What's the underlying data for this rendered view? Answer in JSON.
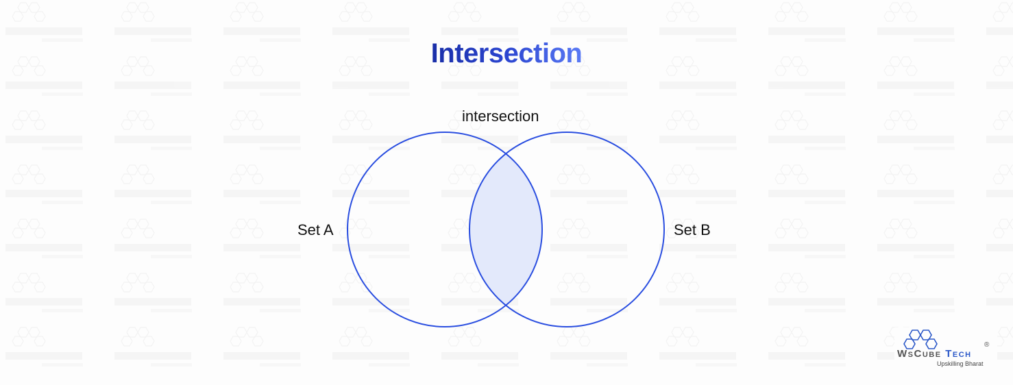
{
  "title": "Intersection",
  "diagram": {
    "set_a_label": "Set A",
    "set_b_label": "Set B",
    "intersection_label": "intersection",
    "stroke_color": "#2a4ee0",
    "fill_color": "#e3e9fb"
  },
  "logo": {
    "name_part1": "WsCube",
    "name_part2": "Tech",
    "registered": "®",
    "tagline": "Upskilling Bharat"
  }
}
